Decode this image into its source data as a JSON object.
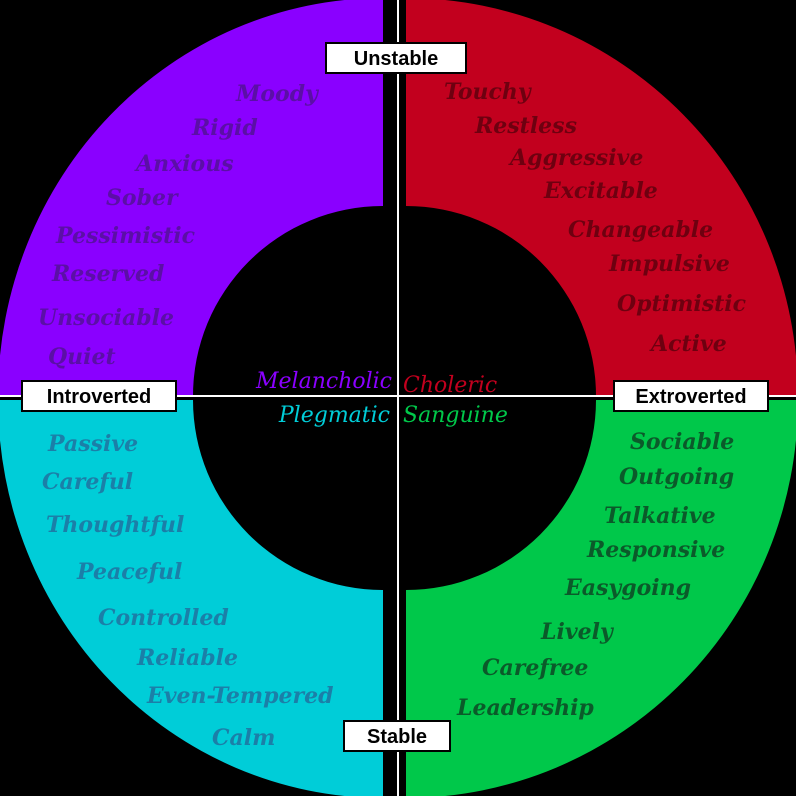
{
  "colors": {
    "melancholic": "#8a00ff",
    "choleric": "#c2001e",
    "plegmatic": "#00cdd8",
    "sanguine": "#00c84a",
    "melancholic_text": "#5b0fa6",
    "choleric_text": "#6e0010",
    "plegmatic_text": "#1b7fa8",
    "sanguine_text": "#0b5a2a",
    "background": "#000000"
  },
  "axes": {
    "top": "Unstable",
    "bottom": "Stable",
    "left": "Introverted",
    "right": "Extroverted"
  },
  "temperaments": {
    "melancholic": "Melancholic",
    "choleric": "Choleric",
    "plegmatic": "Plegmatic",
    "sanguine": "Sanguine"
  },
  "traits": {
    "melancholic": [
      "Moody",
      "Rigid",
      "Anxious",
      "Sober",
      "Pessimistic",
      "Reserved",
      "Unsociable",
      "Quiet"
    ],
    "choleric": [
      "Touchy",
      "Restless",
      "Aggressive",
      "Excitable",
      "Changeable",
      "Impulsive",
      "Optimistic",
      "Active"
    ],
    "plegmatic": [
      "Passive",
      "Careful",
      "Thoughtful",
      "Peaceful",
      "Controlled",
      "Reliable",
      "Even-Tempered",
      "Calm"
    ],
    "sanguine": [
      "Sociable",
      "Outgoing",
      "Talkative",
      "Responsive",
      "Easygoing",
      "Lively",
      "Carefree",
      "Leadership"
    ]
  }
}
